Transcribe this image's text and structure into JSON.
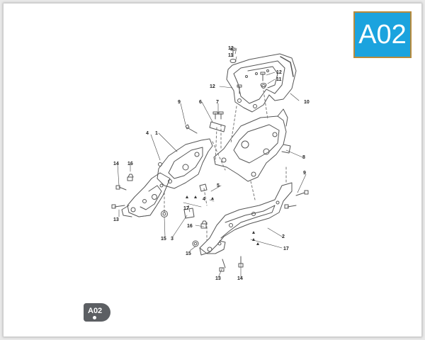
{
  "badge": {
    "text": "A02",
    "background": "#1ba3de",
    "border": "#b88a3a"
  },
  "bottom_tag": {
    "text": "A02"
  },
  "diagram": {
    "labels": {
      "l12a": "12",
      "l11a": "11",
      "l12b": "12",
      "l12c": "12",
      "l11b": "11",
      "l10": "10",
      "l9a": "9",
      "l6": "6",
      "l7": "7",
      "l4a": "4",
      "l1": "1",
      "l8": "8",
      "l14a": "14",
      "l16a": "16",
      "l5": "5",
      "l9b": "9",
      "l4b": "4",
      "l17a": "17",
      "l13a": "13",
      "l16b": "16",
      "l15a": "15",
      "l3": "3",
      "l2": "2",
      "l15b": "15",
      "l17b": "17",
      "l13b": "13",
      "l14b": "14"
    }
  }
}
